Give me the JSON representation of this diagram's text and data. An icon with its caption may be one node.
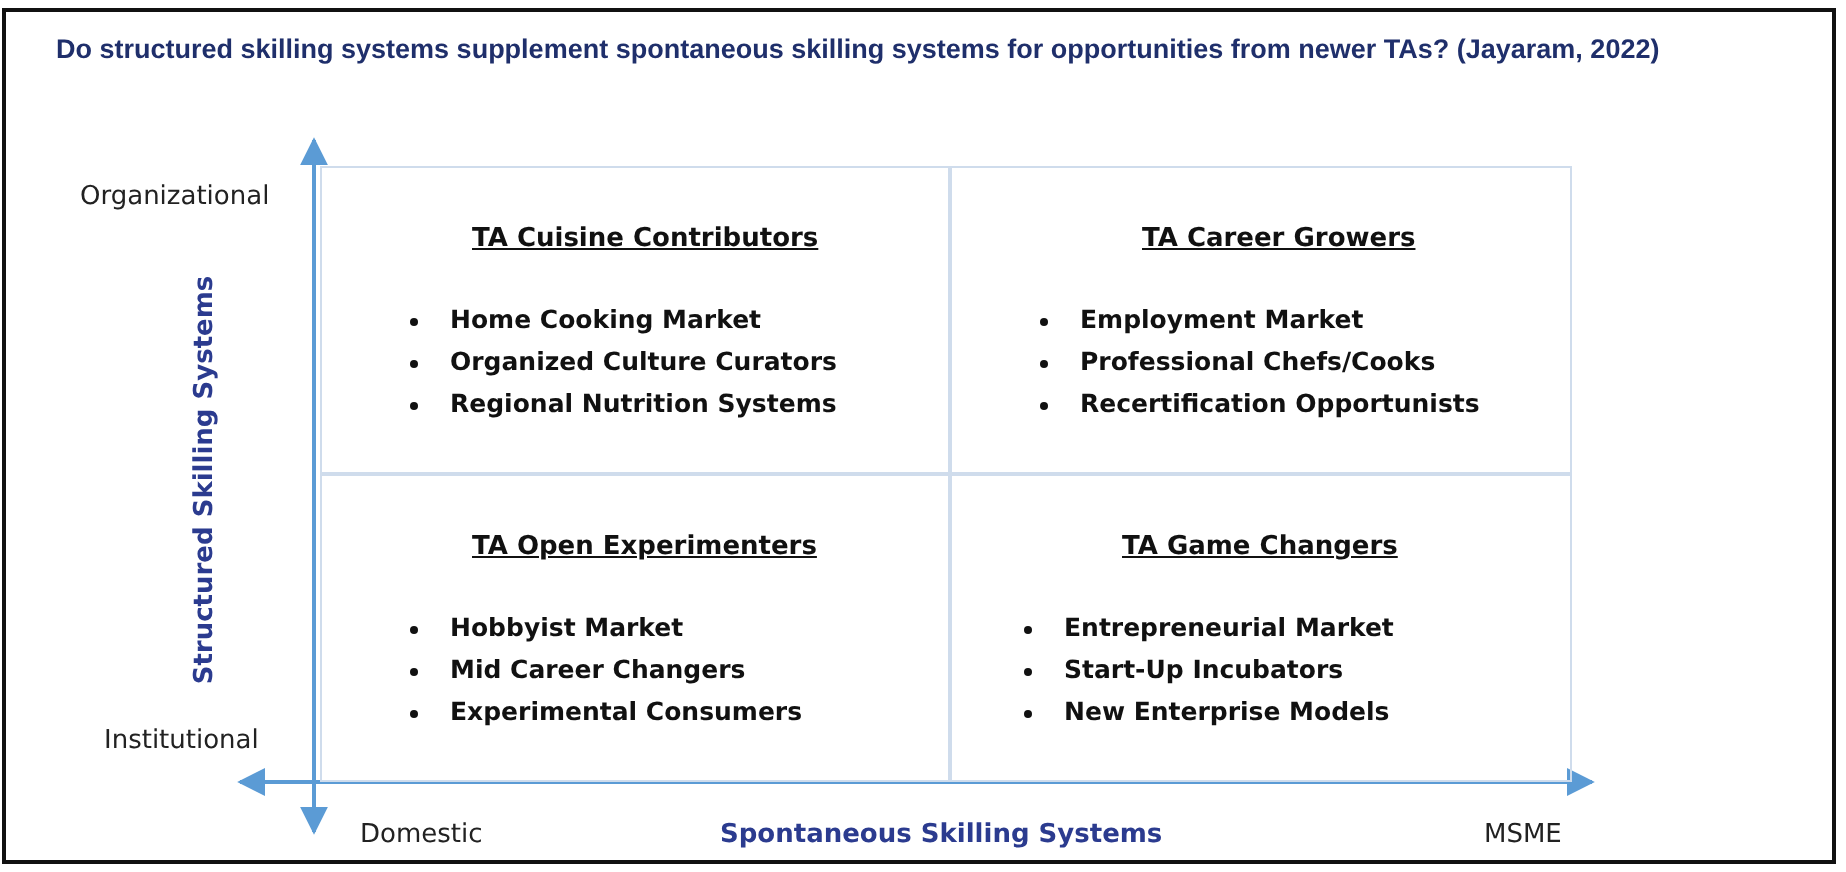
{
  "diagram": {
    "title": "Do structured skilling systems supplement spontaneous skilling systems for opportunities from newer TAs? (Jayaram, 2022)",
    "nodes": [
      {
        "text": [
          "TA Cuisine Contributors",
          "Home Cooking Market",
          "Organized Culture Curators",
          "Regional Nutrition Systems"
        ]
      },
      {
        "text": [
          "TA Career Growers",
          "Employment Market",
          "Professional Chefs/Cooks",
          "Recertification Opportunists"
        ]
      },
      {
        "text": [
          "TA Open Experimenters",
          "Hobbyist Market",
          "Mid Career Changers",
          "Experimental Consumers"
        ]
      },
      {
        "text": [
          "TA Game Changers",
          "Entrepreneurial Market",
          "Start-Up Incubators",
          "New Enterprise Models"
        ]
      }
    ],
    "edges": [],
    "labels": [
      "Organizational",
      "Structured Skilling Systems",
      "Institutional",
      "Domestic",
      "Spontaneous Skilling Systems",
      "MSME"
    ]
  }
}
